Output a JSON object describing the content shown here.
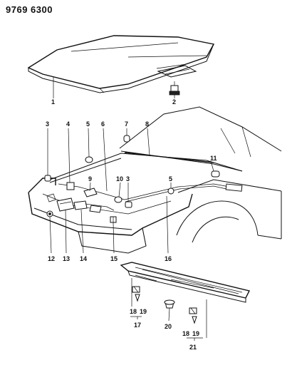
{
  "document_number": "9769 6300",
  "callouts": [
    "1",
    "2",
    "3",
    "4",
    "5",
    "6",
    "7",
    "8",
    "11",
    "9",
    "10",
    "3",
    "5",
    "12",
    "13",
    "14",
    "15",
    "16",
    "18",
    "19",
    "17",
    "20",
    "18",
    "19",
    "21"
  ]
}
